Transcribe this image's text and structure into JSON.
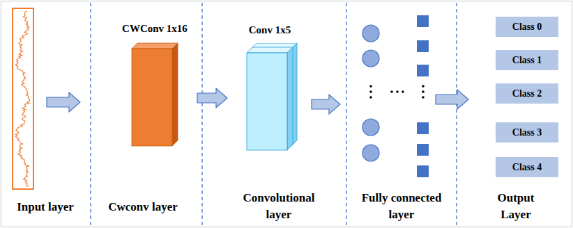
{
  "diagram": {
    "nodes": [
      {
        "text": [
          "CWConv 1x16"
        ]
      },
      {
        "text": [
          "Conv 1x5"
        ]
      },
      {
        "text": [
          "Class 0"
        ]
      },
      {
        "text": [
          "Class 1"
        ]
      },
      {
        "text": [
          "Class 2"
        ]
      },
      {
        "text": [
          "Class 3"
        ]
      },
      {
        "text": [
          "Class 4"
        ]
      }
    ],
    "edges": [
      {
        "from": 0,
        "to": 1,
        "arrow": "to"
      }
    ],
    "labels": [
      "Input layer",
      "Cwconv layer",
      "Convolutional layer",
      "Fully connected layer",
      "Output Layer"
    ]
  }
}
